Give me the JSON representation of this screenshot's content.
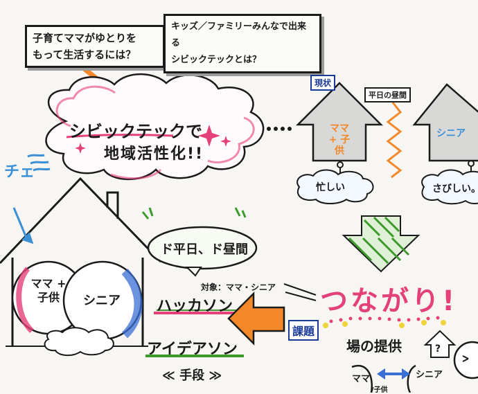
{
  "question_parents": {
    "line1": "子育てママがゆとりを",
    "line2": "もって生活するには？"
  },
  "question_kids": {
    "line1": "キッズ／ファミリーみんなで出来る",
    "line2": "シビックテックとは？"
  },
  "central_cloud": {
    "line1": "シビックテックで",
    "line2": "地域活性化!!"
  },
  "current_state": {
    "label": "現状",
    "time_label": "平日の昼間",
    "house1_text": "ママ + 子供",
    "house2_text": "シニア",
    "cloud1_text": "忙しい",
    "cloud2_text": "さびしい。"
  },
  "left_house": {
    "side_text": "チェ",
    "circle_left": "ママ + 子供",
    "circle_right": "シニア"
  },
  "event_bubble": {
    "text": "ド平日、ド昼間"
  },
  "target_label": "対象：ママ・シニア",
  "methods": {
    "hackathon": "ハッカソン",
    "ideathon": "アイデアソン",
    "means": "≪ 手段 ≫"
  },
  "issue_label": "課題",
  "connection_title": "つながり!",
  "place_provision": "場の提供",
  "question_mark": "?",
  "bottom_left": "ママ",
  "bottom_right": "シニア",
  "bottom_small": "/子供",
  "colors": {
    "pink": "#e4407a",
    "orange": "#f2882a",
    "blue": "#3a8fd6",
    "green": "#3c9a2a",
    "yellow": "#f0d23a",
    "ink": "#1a1a1a"
  }
}
